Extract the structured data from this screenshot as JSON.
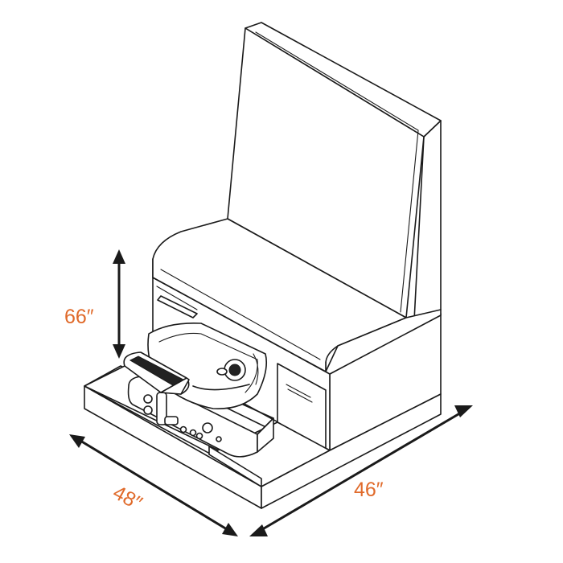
{
  "dimensions": {
    "height_label": "66″",
    "depth_label": "48″",
    "width_label": "46″"
  },
  "colors": {
    "dimension_text": "#e06a2a",
    "line": "#1a1a1a",
    "background": "#ffffff"
  }
}
